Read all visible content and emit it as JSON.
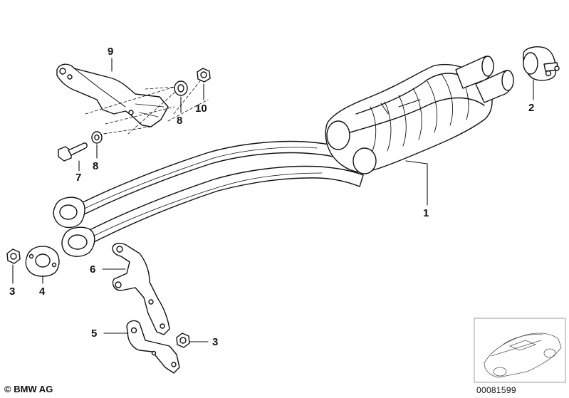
{
  "diagram": {
    "callouts": [
      {
        "id": "1",
        "label": "1"
      },
      {
        "id": "2",
        "label": "2"
      },
      {
        "id": "3a",
        "label": "3"
      },
      {
        "id": "3b",
        "label": "3"
      },
      {
        "id": "4",
        "label": "4"
      },
      {
        "id": "5",
        "label": "5"
      },
      {
        "id": "6",
        "label": "6"
      },
      {
        "id": "7",
        "label": "7"
      },
      {
        "id": "8a",
        "label": "8"
      },
      {
        "id": "8b",
        "label": "8"
      },
      {
        "id": "9",
        "label": "9"
      },
      {
        "id": "10",
        "label": "10"
      }
    ],
    "copyright": "© BMW AG",
    "drawing_number": "00081599"
  }
}
